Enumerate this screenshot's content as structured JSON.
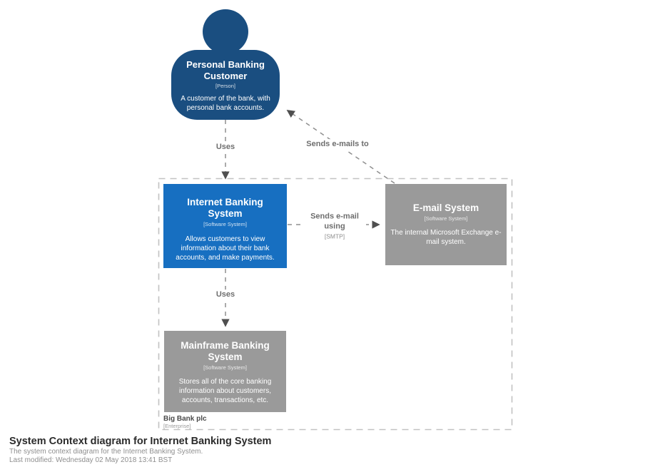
{
  "colors": {
    "person": "#1a4e80",
    "software_system": "#176fc1",
    "external_system": "#9a9a9a",
    "relationship_line": "#8f8f8f",
    "boundary_line": "#c2c2c2"
  },
  "diagram": {
    "person": {
      "name": "Personal Banking Customer",
      "type": "[Person]",
      "description": "A customer of the bank, with personal bank accounts."
    },
    "systems": {
      "internet_banking": {
        "name": "Internet Banking System",
        "type": "[Software System]",
        "description": "Allows customers to view information about their bank accounts, and make payments."
      },
      "email": {
        "name": "E-mail System",
        "type": "[Software System]",
        "description": "The internal Microsoft Exchange e-mail system."
      },
      "mainframe": {
        "name": "Mainframe Banking System",
        "type": "[Software System]",
        "description": "Stores all of the core banking information about customers, accounts, transactions, etc."
      }
    },
    "boundary": {
      "name": "Big Bank plc",
      "type": "[Enterprise]"
    },
    "relationships": {
      "customer_uses_ibs": "Uses",
      "email_sends_to_customer": "Sends e-mails to",
      "ibs_sends_email": "Sends e-mail using",
      "ibs_sends_email_technology": "[SMTP]",
      "ibs_uses_mainframe": "Uses"
    }
  },
  "footer": {
    "title": "System Context diagram for Internet Banking System",
    "subtitle": "The system context diagram for the Internet Banking System.",
    "last_modified": "Last modified: Wednesday 02 May 2018 13:41 BST"
  }
}
